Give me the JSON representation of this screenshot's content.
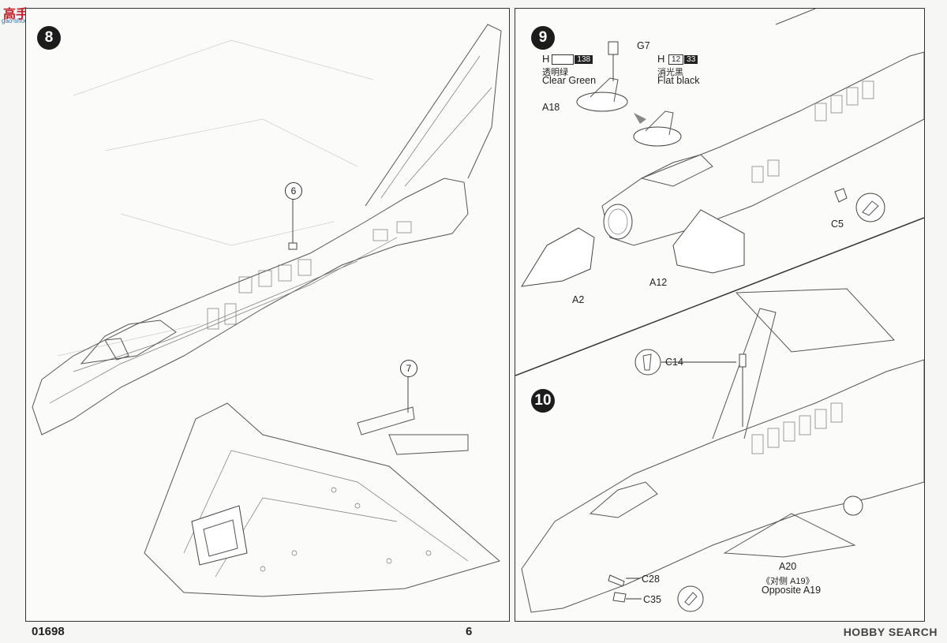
{
  "watermark_logo": {
    "text": "高手网",
    "sub": "gao-shou.com"
  },
  "panel_left": {
    "step8": "8",
    "callout6": "6",
    "callout7": "7"
  },
  "panel_right": {
    "step9": "9",
    "step10": "10",
    "paint_left": {
      "letter": "H",
      "code": "138",
      "zh": "透明绿",
      "en": "Clear Green"
    },
    "paint_right": {
      "letter": "H",
      "code1": "12",
      "code2": "33",
      "zh": "消光黑",
      "en": "Flat black"
    },
    "parts9": {
      "g7": "G7",
      "a18": "A18",
      "c5": "C5",
      "a12": "A12",
      "a2": "A2"
    },
    "parts10": {
      "c14": "C14",
      "c28": "C28",
      "c35": "C35",
      "a20": "A20",
      "a20_zh": "《对侧 A19》",
      "a20_en": "Opposite A19"
    }
  },
  "footer": {
    "code": "01698",
    "page": "6",
    "site": "HOBBY SEARCH"
  }
}
